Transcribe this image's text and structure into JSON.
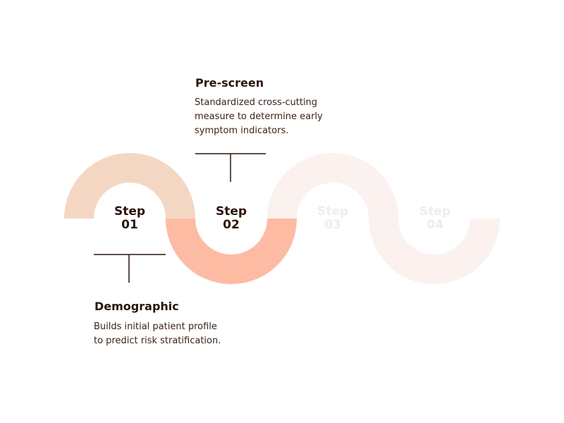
{
  "steps": [
    {
      "word": "Step",
      "number": "01",
      "state": "active"
    },
    {
      "word": "Step",
      "number": "02",
      "state": "active"
    },
    {
      "word": "Step",
      "number": "03",
      "state": "inactive"
    },
    {
      "word": "Step",
      "number": "04",
      "state": "inactive"
    }
  ],
  "prescreen": {
    "title": "Pre-screen",
    "lines": [
      "Standardized cross-cutting",
      "measure to determine early",
      "symptom indicators."
    ]
  },
  "demographic": {
    "title": "Demographic",
    "lines": [
      "Builds initial patient profile",
      "to predict risk stratification."
    ]
  },
  "colors": {
    "step1": "#f4d7c3",
    "step2": "#fdbba4",
    "faded": "#fbf1ee",
    "text_dark": "#2a1408",
    "connector": "#2a1408"
  }
}
